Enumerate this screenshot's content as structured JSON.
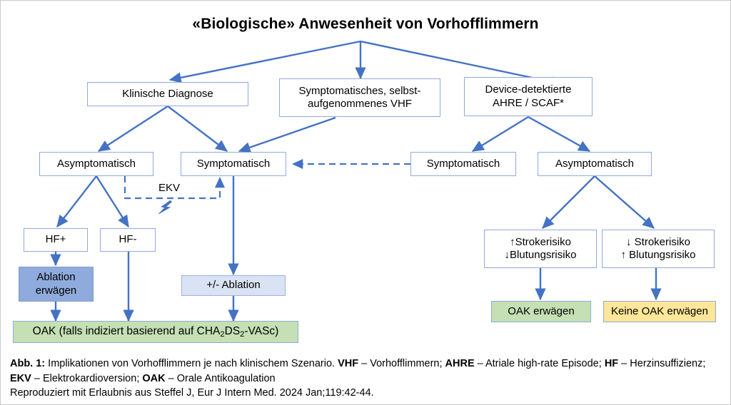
{
  "figure": {
    "title": "«Biologische» Anwesenheit von Vorhofflimmern"
  },
  "nodes": {
    "klinische_diagnose": "Klinische Diagnose",
    "symptomatisches_vhf_l1": "Symptomatisches, selbst-",
    "symptomatisches_vhf_l2": "aufgenommenes VHF",
    "device_l1": "Device-detektierte",
    "device_l2": "AHRE / SCAF*",
    "asymptomatisch_left": "Asymptomatisch",
    "symptomatisch_mid": "Symptomatisch",
    "symptomatisch_right": "Symptomatisch",
    "asymptomatisch_right": "Asymptomatisch",
    "hf_pos": "HF+",
    "hf_neg": "HF-",
    "ablation_erwaegen_l1": "Ablation",
    "ablation_erwaegen_l2": "erwägen",
    "plusminus_ablation": "+/- Ablation",
    "risk_high_l1": "↑Strokerisiko",
    "risk_high_l2": "↓Blutungsrisiko",
    "risk_low_l1": "↓ Strokerisiko",
    "risk_low_l2": "↑ Blutungsrisiko",
    "oak_erwaegen": "OAK erwägen",
    "keine_oak_erwaegen": "Keine OAK erwägen"
  },
  "oak_bar": {
    "prefix": "OAK (falls indiziert basierend auf CHA",
    "sub1": "2",
    "mid": "DS",
    "sub2": "2",
    "suffix": "-VASc)"
  },
  "annotations": {
    "ekv": "EKV",
    "ekv_icon": "lightning-bolt-icon"
  },
  "caption": {
    "label": "Abb. 1:",
    "line1_a": " Implikationen von Vorhofflimmern je nach klinischem Szenario. ",
    "b_vhf": "VHF",
    "line1_b": " – Vorhofflimmern; ",
    "b_ahre": "AHRE",
    "line1_c": " – Atriale high-rate Episode; ",
    "b_hf": "HF",
    "line2_a": " – Herzinsuffizienz; ",
    "b_ekv": "EKV",
    "line2_b": " – Elektrokardioversion; ",
    "b_oak": "OAK",
    "line2_c": " – Orale Antikoagulation",
    "line3": "Reproduziert mit Erlaubnis aus Steffel J, Eur J Intern Med. 2024 Jan;119:42-44."
  },
  "colors": {
    "connector_blue": "#4472c4",
    "box_border_blue": "#8faadc",
    "fill_medium_blue": "#8faadc",
    "fill_light_blue": "#dae3f3",
    "fill_green": "#c5e0b4",
    "fill_amber": "#ffe699",
    "frame_gray": "#c9c9c9"
  }
}
